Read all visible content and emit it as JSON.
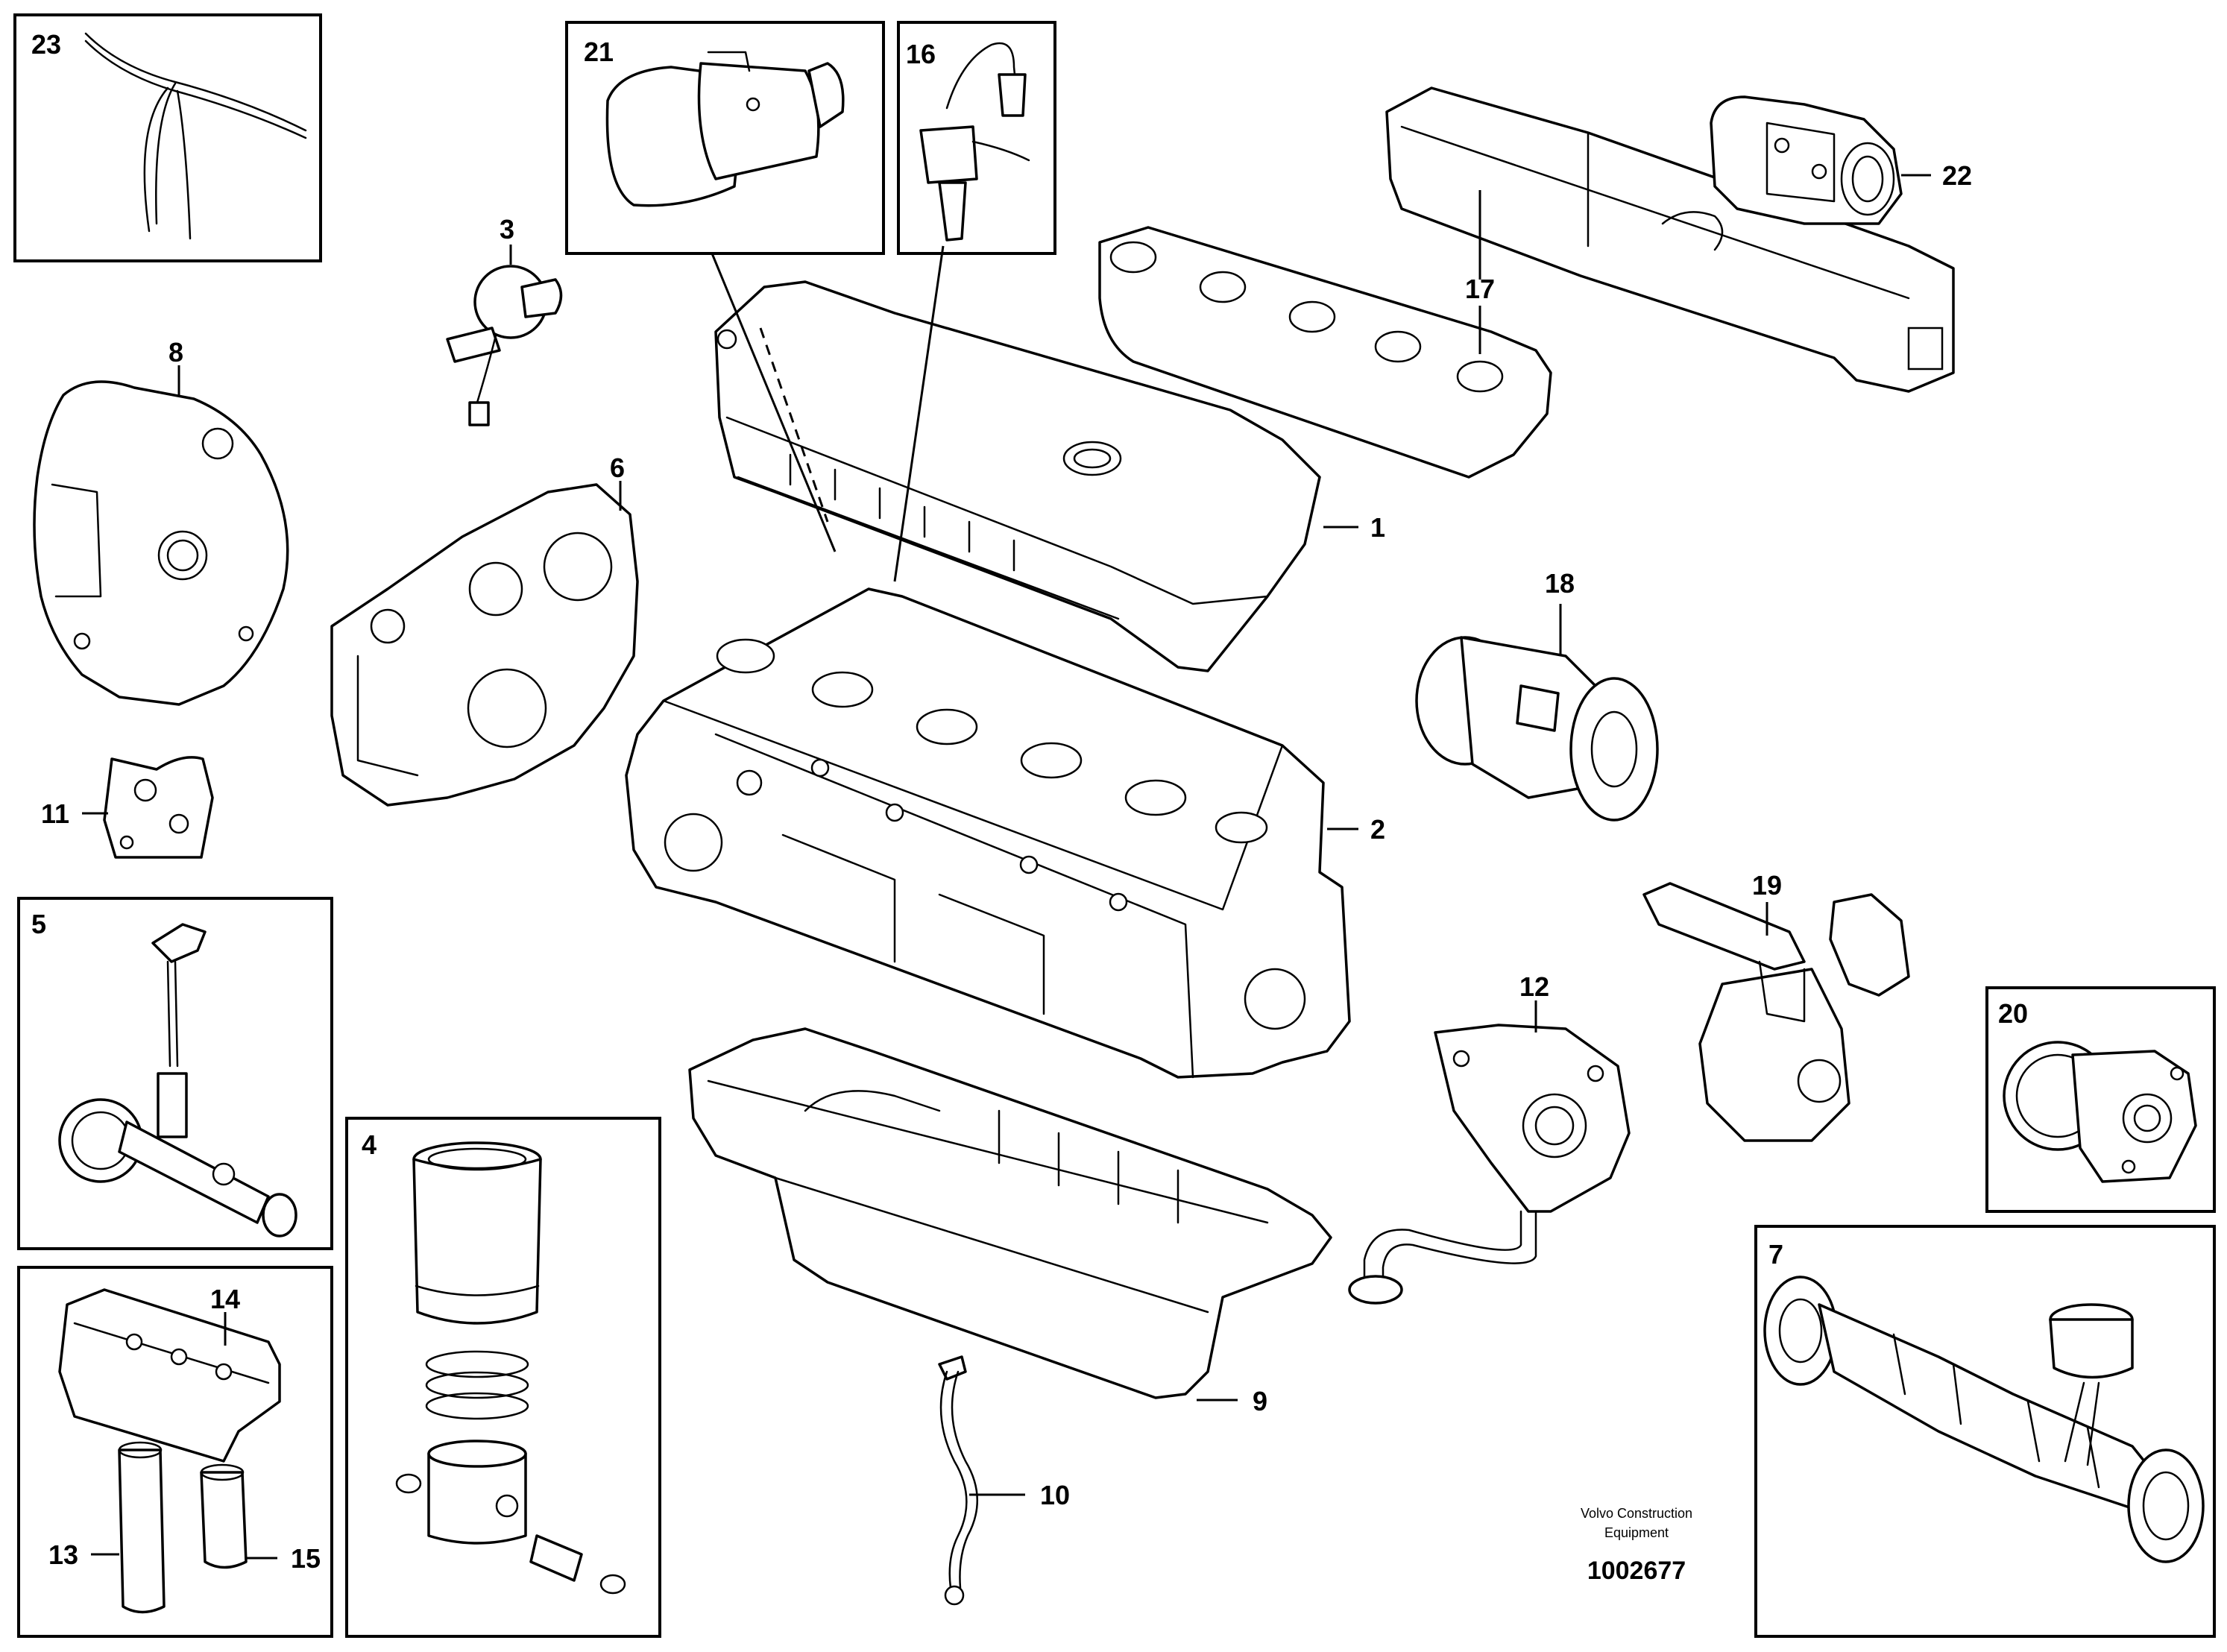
{
  "callouts": {
    "c1": "1",
    "c2": "2",
    "c3": "3",
    "c4": "4",
    "c5": "5",
    "c6": "6",
    "c7": "7",
    "c8": "8",
    "c9": "9",
    "c10": "10",
    "c11": "11",
    "c12": "12",
    "c13": "13",
    "c14": "14",
    "c15": "15",
    "c16": "16",
    "c17": "17",
    "c18": "18",
    "c19": "19",
    "c20": "20",
    "c21": "21",
    "c22": "22",
    "c23": "23"
  },
  "footer": {
    "brand_line1": "Volvo Construction",
    "brand_line2": "Equipment",
    "drawing_number": "1002677"
  }
}
